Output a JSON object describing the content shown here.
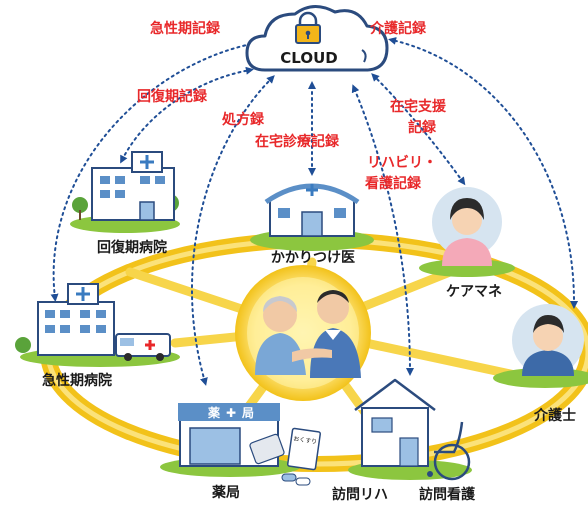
{
  "cloud": {
    "label": "CLOUD"
  },
  "records": {
    "acute": "急性期記録",
    "recovery": "回復期記録",
    "prescription": "処方録",
    "home_medical": "在宅診療記録",
    "rehab_nursing_1": "リハビリ・",
    "rehab_nursing_2": "看護記録",
    "home_support_1": "在宅支援",
    "home_support_2": "記録",
    "care": "介護記録"
  },
  "nodes": {
    "recovery_hospital": "回復期病院",
    "family_doctor": "かかりつけ医",
    "care_manager": "ケアマネ",
    "acute_hospital": "急性期病院",
    "caregiver": "介護士",
    "pharmacy": "薬局",
    "visiting_rehab": "訪問リハ",
    "visiting_nursing": "訪問看護"
  },
  "signs": {
    "pharmacy_sign_left": "薬",
    "pharmacy_sign_cross": "✚",
    "pharmacy_sign_right": "局",
    "medicine_bag": "おくすり"
  },
  "colors": {
    "record_text": "#e8282a",
    "arrow": "#1f4e96",
    "ring": "#f2c21a",
    "ground": "#8cc63f",
    "building_blue": "#5b8fc7"
  }
}
